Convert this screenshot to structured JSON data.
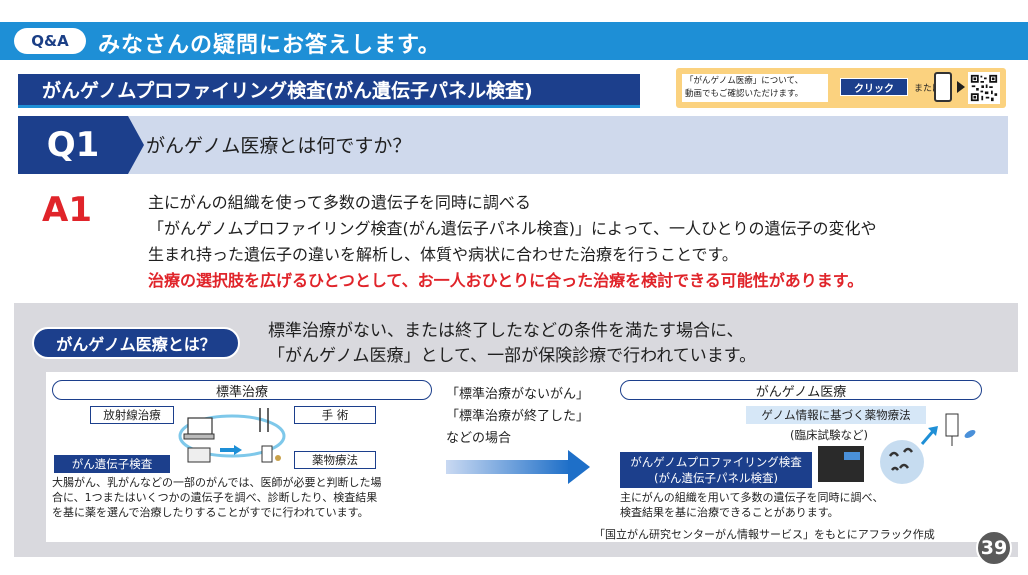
{
  "header": {
    "qa_label": "Q&A",
    "title": "みなさんの疑問にお答えします。"
  },
  "subtitle": "がんゲノムプロファイリング検査(がん遺伝子パネル検査)",
  "video_note": {
    "line1": "「がんゲノム医療」について、",
    "line2": "動画でもご確認いただけます。",
    "click_label": "クリック",
    "or_label": "または"
  },
  "question": {
    "tag": "Q1",
    "text": "がんゲノム医療とは何ですか？"
  },
  "answer": {
    "tag": "A1",
    "lines": [
      "主にがんの組織を使って多数の遺伝子を同時に調べる",
      "「がんゲノムプロファイリング検査(がん遺伝子パネル検査)」によって、一人ひとりの遺伝子の変化や",
      "生まれ持った遺伝子の違いを解析し、体質や病状に合わせた治療を行うことです。"
    ],
    "highlight": "治療の選択肢を広げるひとつとして、お一人おひとりに合った治療を検討できる可能性があります。"
  },
  "intro": {
    "tag": "がんゲノム医療とは？",
    "lines": [
      "標準治療がない、または終了したなどの条件を満たす場合に、",
      "「がんゲノム医療」として、一部が保険診療で行われています。"
    ]
  },
  "standard": {
    "header": "標準治療",
    "radiation": "放射線治療",
    "surgery": "手 術",
    "drug": "薬物療法",
    "gene_test": "がん遺伝子検査",
    "desc": [
      "大腸がん、乳がんなどの一部のがんでは、医師が必要と判断した場",
      "合に、1つまたはいくつかの遺伝子を調べ、診断したり、検査結果",
      "を基に薬を選んで治療したりすることがすでに行われています。"
    ]
  },
  "middle": {
    "lines": [
      "「標準治療がないがん」",
      "「標準治療が終了した」",
      "などの場合"
    ]
  },
  "genome": {
    "header": "がんゲノム医療",
    "therapy": "ゲノム情報に基づく薬物療法",
    "trial": "(臨床試験など)",
    "test_line1": "がんゲノムプロファイリング検査",
    "test_line2": "(がん遺伝子パネル検査)",
    "desc": [
      "主にがんの組織を用いて多数の遺伝子を同時に調べ、",
      "検査結果を基に治療できることがあります。"
    ]
  },
  "source": "「国立がん研究センターがん情報サービス」をもとにアフラック作成",
  "page_number": "39"
}
